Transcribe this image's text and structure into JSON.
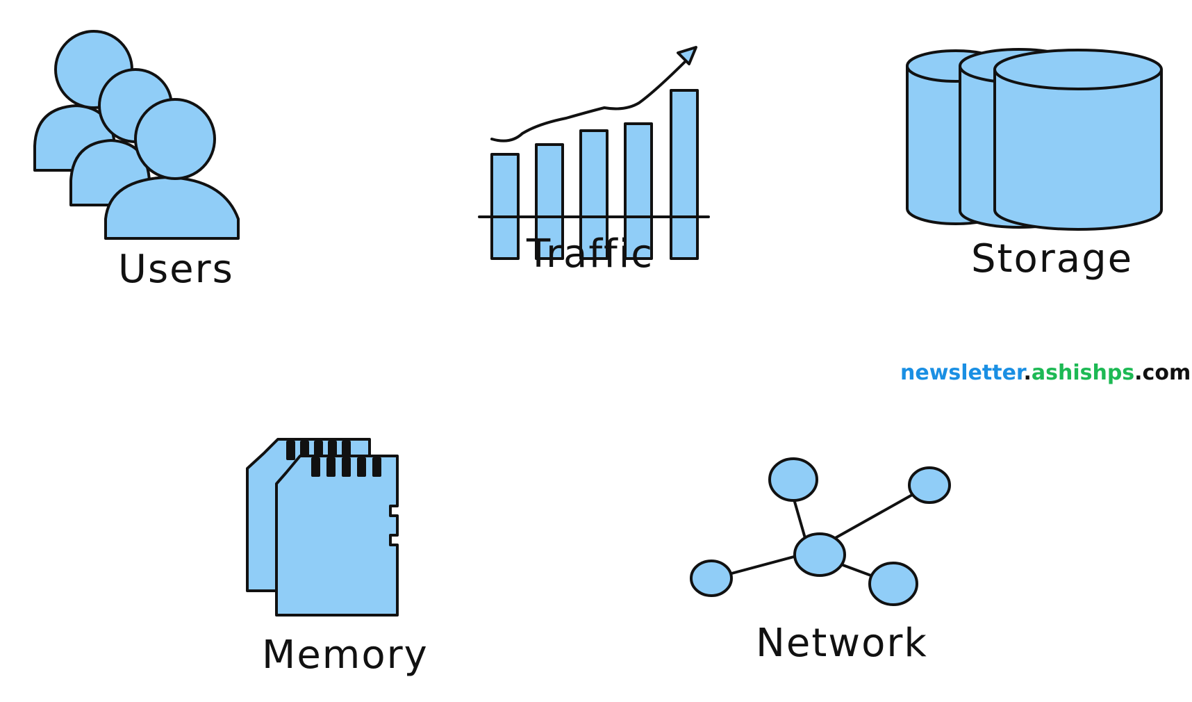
{
  "colors": {
    "fill": "#90cdf7",
    "stroke": "#111111",
    "watermark_blue": "#1a8fe3",
    "watermark_green": "#1db954",
    "watermark_dark": "#111111"
  },
  "items": [
    {
      "key": "users",
      "label": "Users",
      "icon": "users-icon"
    },
    {
      "key": "traffic",
      "label": "Traffic",
      "icon": "traffic-chart-icon"
    },
    {
      "key": "storage",
      "label": "Storage",
      "icon": "storage-database-icon"
    },
    {
      "key": "memory",
      "label": "Memory",
      "icon": "memory-card-icon"
    },
    {
      "key": "network",
      "label": "Network",
      "icon": "network-graph-icon"
    }
  ],
  "watermark": {
    "part1": "newsletter",
    "part2": ".",
    "part3": "ashishps",
    "part4": ".com"
  }
}
